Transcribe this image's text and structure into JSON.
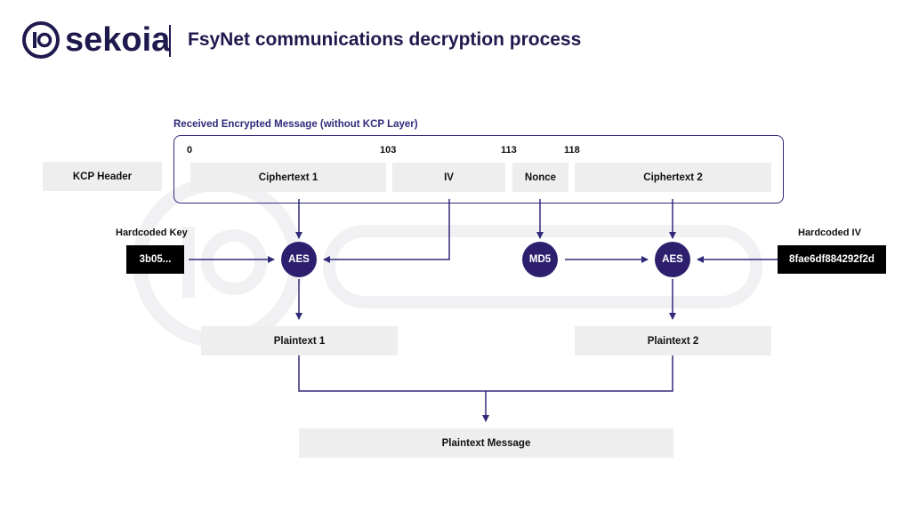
{
  "header": {
    "brand": "sekoia",
    "title": "FsyNet communications decryption process"
  },
  "message": {
    "label": "Received Encrypted Message (without KCP Layer)",
    "offsets": [
      "0",
      "103",
      "113",
      "118"
    ],
    "segments": {
      "ciphertext1": "Ciphertext 1",
      "iv": "IV",
      "nonce": "Nonce",
      "ciphertext2": "Ciphertext 2"
    }
  },
  "kcp_header": "KCP Header",
  "hardcoded_key": {
    "label": "Hardcoded Key",
    "value": "3b05..."
  },
  "hardcoded_iv": {
    "label": "Hardcoded IV",
    "value": "8fae6df884292f2d"
  },
  "nodes": {
    "aes_left": "AES",
    "md5": "MD5",
    "aes_right": "AES"
  },
  "outputs": {
    "plaintext1": "Plaintext 1",
    "plaintext2": "Plaintext 2",
    "message": "Plaintext Message"
  },
  "colors": {
    "brand": "#1f1a4d",
    "node_fill": "#2e1f6e",
    "connector": "#312a7a",
    "box_fill": "#eeeeee",
    "key_box": "#000000"
  }
}
